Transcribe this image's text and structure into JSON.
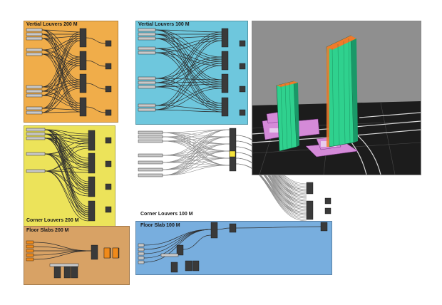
{
  "groups": {
    "vertical_louvers_200": {
      "label": "Vertial Louvers 200 M",
      "color": "#f0ad4a"
    },
    "vertical_louvers_100": {
      "label": "Vertial Louvers 100 M",
      "color": "#6ec7dd"
    },
    "corner_louvers_200": {
      "label": "Corner Louvers 200 M",
      "color": "#ece35a"
    },
    "corner_louvers_100": {
      "label": "Corner Louvers 100 M",
      "color": "#ffffff"
    },
    "floor_slabs_200": {
      "label": "Floor Slabs 200 M",
      "color": "#d8a265"
    },
    "floor_slab_100": {
      "label": "Floor Slab 100 M",
      "color": "#78aede"
    }
  },
  "viewport": {
    "description_icon": "3d-building-render",
    "colors": {
      "sky": "#8f8f8f",
      "ground": "#1c1c1c",
      "tower": "#2fd18e",
      "fin": "#f07a2a",
      "podium": "#d48ad8",
      "glass": "#d9b7e6"
    }
  },
  "canvas_colors": {
    "component": "#3a3a3a",
    "param": "#c8c8c8",
    "wire": "#333333",
    "wire_light": "#9a9a9a",
    "orange_param": "#f08a1a",
    "yellow_param": "#f5e23a"
  }
}
